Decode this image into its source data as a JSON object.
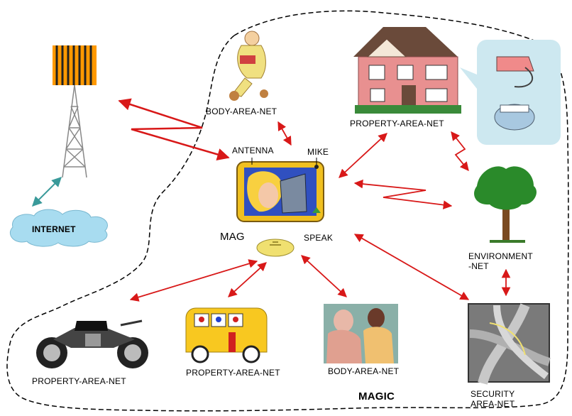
{
  "labels": {
    "body_area_net_top": "BODY-AREA-NET",
    "property_area_net_top": "PROPERTY-AREA-NET",
    "antenna": "ANTENNA",
    "mike": "MIKE",
    "internet": "INTERNET",
    "mag": "MAG",
    "speak": "SPEAK",
    "environment_net_line1": "ENVIRONMENT",
    "environment_net_line2": "-NET",
    "property_area_net_motorcycle": "PROPERTY-AREA-NET",
    "property_area_net_bus": "PROPERTY-AREA-NET",
    "body_area_net_bottom": "BODY-AREA-NET",
    "security_line1": "SECURITY",
    "security_line2": "AREA-NET",
    "magic": "MAGIC"
  },
  "colors": {
    "arrow_red": "#d81818",
    "link_teal": "#3a9a9a",
    "boundary": "#000000",
    "cloud": "#a8dcf0",
    "device_frame": "#f0c020"
  }
}
